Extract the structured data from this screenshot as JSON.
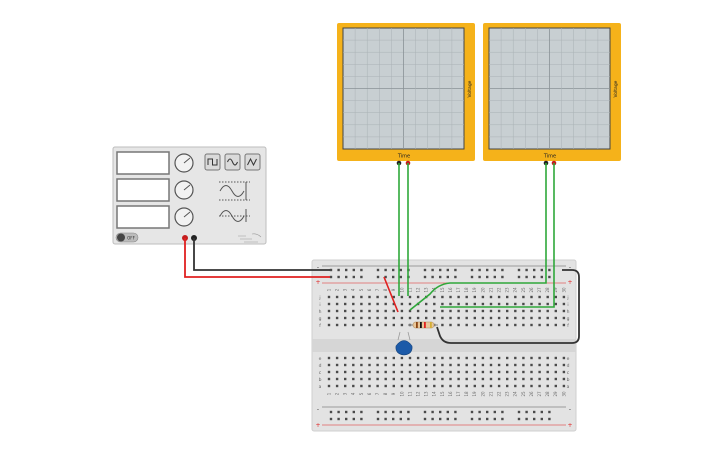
{
  "oscilloscopes": [
    {
      "x_axis_label": "Time",
      "y_axis_label": "Voltage"
    },
    {
      "x_axis_label": "Time",
      "y_axis_label": "Voltage"
    }
  ],
  "function_generator": {
    "power_switch_label": "OFF"
  },
  "breadboard": {
    "top_row_letters": [
      "j",
      "i",
      "h",
      "g",
      "f"
    ],
    "bottom_row_letters": [
      "e",
      "d",
      "c",
      "b",
      "a"
    ],
    "column_numbers": [
      "1",
      "2",
      "3",
      "4",
      "5",
      "6",
      "7",
      "8",
      "9",
      "10",
      "11",
      "12",
      "13",
      "14",
      "15",
      "16",
      "17",
      "18",
      "19",
      "20",
      "21",
      "22",
      "23",
      "24",
      "25",
      "26",
      "27",
      "28",
      "29",
      "30"
    ],
    "rail_plus": "+",
    "rail_minus": "-"
  },
  "colors": {
    "scope_frame": "#f5b21a",
    "scope_screen": "#c8cfd2",
    "wire_green": "#2fa83a",
    "wire_red": "#e02020",
    "wire_black": "#333333",
    "capacitor": "#1c5aa8",
    "breadboard": "#e3e3e3"
  }
}
